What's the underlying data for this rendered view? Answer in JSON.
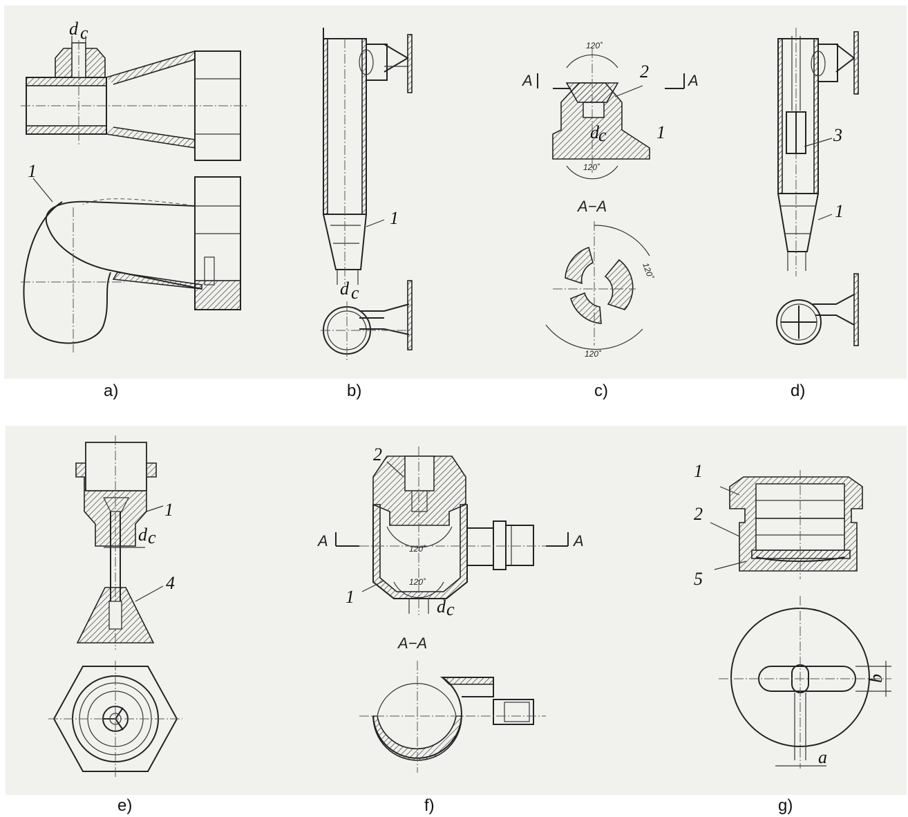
{
  "subfigures": [
    {
      "id": "a",
      "caption": "a)"
    },
    {
      "id": "b",
      "caption": "b)"
    },
    {
      "id": "c",
      "caption": "c)"
    },
    {
      "id": "d",
      "caption": "d)"
    },
    {
      "id": "e",
      "caption": "e)"
    },
    {
      "id": "f",
      "caption": "f)"
    },
    {
      "id": "g",
      "caption": "g)"
    }
  ],
  "labels": {
    "dc": "d",
    "dc_sub": "c",
    "one": "1",
    "two": "2",
    "three": "3",
    "four": "4",
    "five": "5",
    "section_mark": "A",
    "section_title": "A−A",
    "angle": "120˚",
    "dim_a": "a",
    "dim_b": "b"
  },
  "colors": {
    "panel_background": "#f1f1ee",
    "line": "#222222"
  }
}
